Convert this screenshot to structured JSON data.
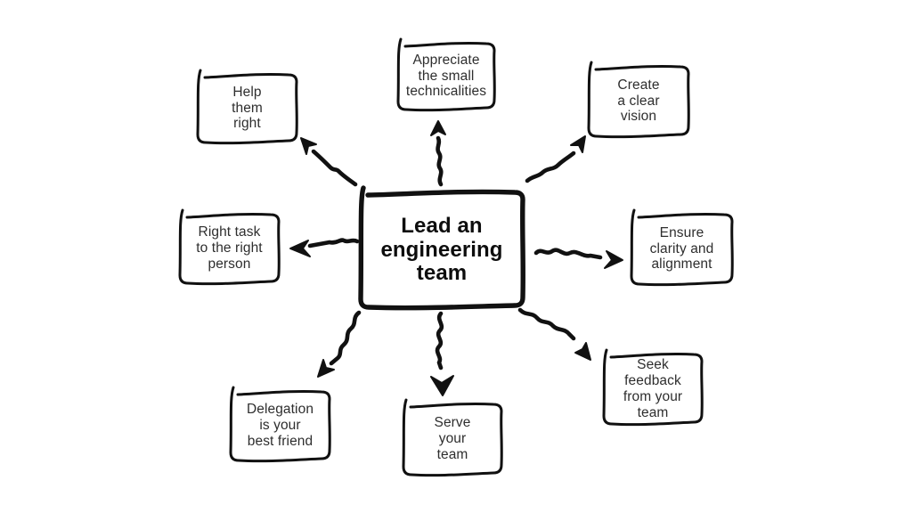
{
  "diagram": {
    "type": "mind-map",
    "center": {
      "label": "Lead an\nengineering\nteam"
    },
    "nodes": [
      {
        "id": "help-them-right",
        "label": "Help\nthem\nright"
      },
      {
        "id": "appreciate-small-technicalities",
        "label": "Appreciate\nthe small\ntechnicalities"
      },
      {
        "id": "create-clear-vision",
        "label": "Create\na clear\nvision"
      },
      {
        "id": "right-task-right-person",
        "label": "Right task\nto the right\nperson"
      },
      {
        "id": "ensure-clarity-alignment",
        "label": "Ensure\nclarity and\nalignment"
      },
      {
        "id": "delegation-best-friend",
        "label": "Delegation\nis your\nbest friend"
      },
      {
        "id": "serve-your-team",
        "label": "Serve\nyour\nteam"
      },
      {
        "id": "seek-feedback-from-team",
        "label": "Seek\nfeedback\nfrom your\nteam"
      }
    ],
    "colors": {
      "ink": "#111111",
      "background": "#ffffff",
      "label_text": "#2e2e2e"
    }
  }
}
